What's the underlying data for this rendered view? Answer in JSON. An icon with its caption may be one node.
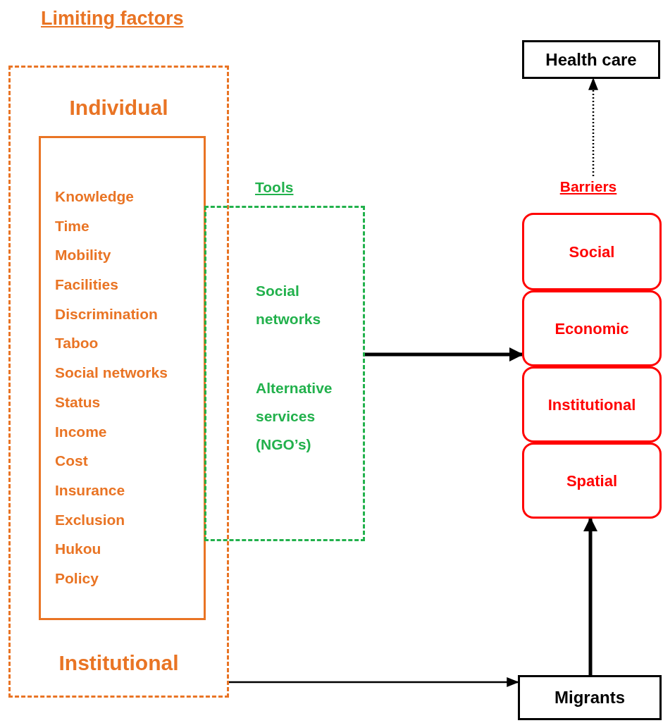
{
  "diagram": {
    "title": "Limiting factors",
    "nodes": [
      {
        "text": [
          "Individual",
          "Institutional"
        ]
      },
      {
        "text": [
          "Knowledge",
          "Time",
          "Mobility",
          "Facilities",
          "Discrimination",
          "Taboo",
          "Social networks",
          "Status",
          "Income",
          "Cost",
          "Insurance",
          "Exclusion",
          "Hukou",
          "Policy"
        ],
        "in": 0
      },
      {
        "text": [
          "Social networks",
          "Alternative services (NGO’s)"
        ]
      },
      {
        "text": [
          "Health care"
        ]
      },
      {
        "text": [
          "Barriers"
        ]
      },
      {
        "text": [
          "Social"
        ]
      },
      {
        "text": [
          "Economic"
        ]
      },
      {
        "text": [
          "Institutional"
        ]
      },
      {
        "text": [
          "Spatial"
        ]
      },
      {
        "text": [
          "Migrants"
        ]
      }
    ],
    "edges": [
      {
        "from": 4,
        "to": 3,
        "arrow": "to",
        "style": "dashed"
      },
      {
        "from": 2,
        "to": 6,
        "arrow": "to",
        "style": "thick"
      },
      {
        "from": 0,
        "to": 9,
        "arrow": "to"
      },
      {
        "from": 9,
        "to": 8,
        "arrow": "to",
        "style": "thick"
      }
    ],
    "labels": [
      "Tools"
    ]
  }
}
